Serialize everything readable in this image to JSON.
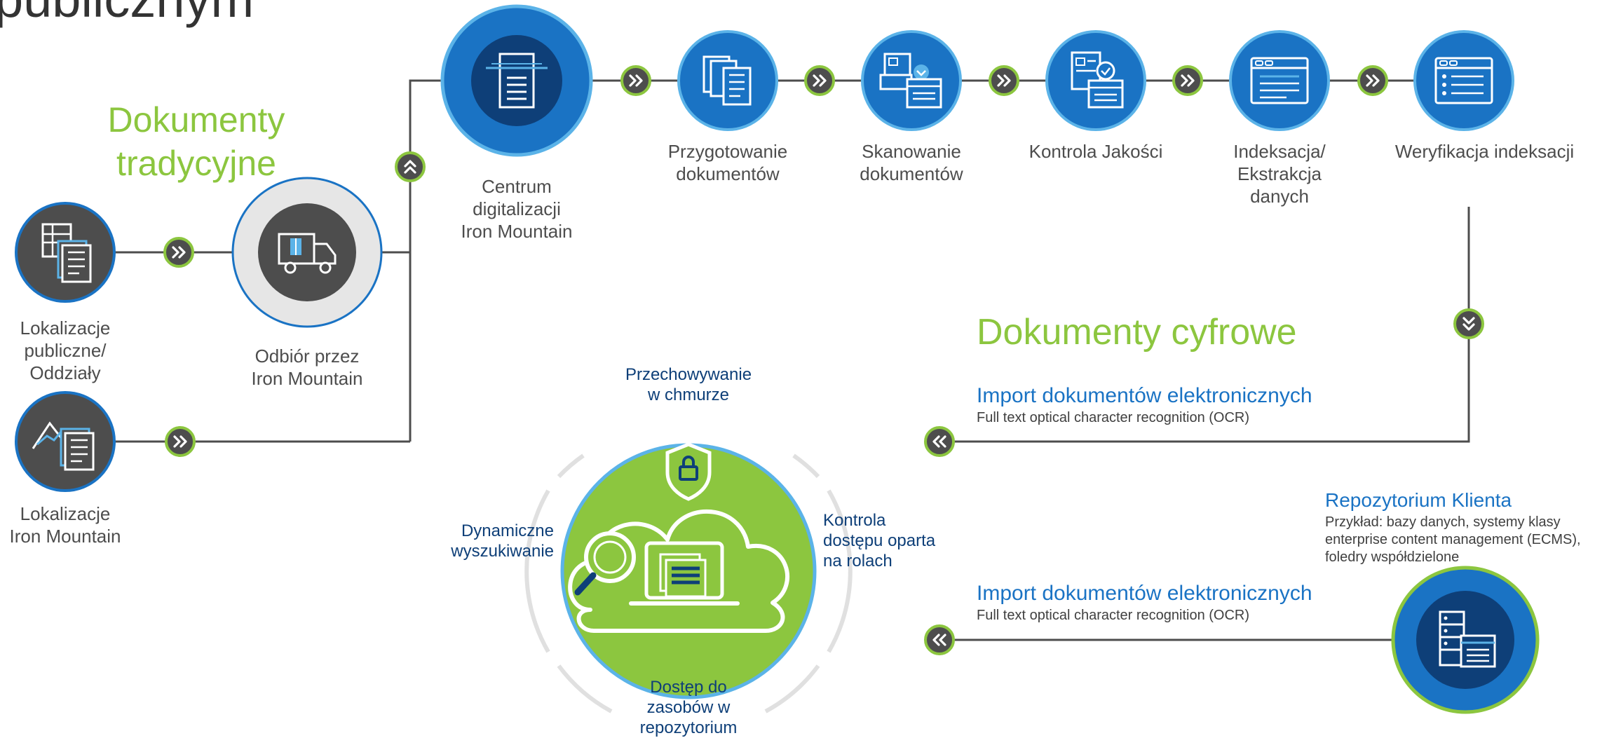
{
  "title_fragment": "publicznym",
  "headings": {
    "traditional_line1": "Dokumenty",
    "traditional_line2": "tradycyjne",
    "digital": "Dokumenty cyfrowe"
  },
  "sources": {
    "public_line1": "Lokalizacje",
    "public_line2": "publiczne/",
    "public_line3": "Oddziały",
    "im_line1": "Lokalizacje",
    "im_line2": "Iron Mountain"
  },
  "pickup": {
    "line1": "Odbiór przez",
    "line2": "Iron Mountain"
  },
  "center": {
    "line1": "Centrum",
    "line2": "digitalizacji",
    "line3": "Iron Mountain"
  },
  "steps": {
    "prep_line1": "Przygotowanie",
    "prep_line2": "dokumentów",
    "scan_line1": "Skanowanie",
    "scan_line2": "dokumentów",
    "qc": "Kontrola Jakości",
    "idx_line1": "Indeksacja/",
    "idx_line2": "Ekstrakcja",
    "idx_line3": "danych",
    "verify": "Weryfikacja indeksacji"
  },
  "imports": {
    "title1": "Import dokumentów elektronicznych",
    "sub1": "Full text optical character recognition (OCR)",
    "title2": "Import dokumentów elektronicznych",
    "sub2": "Full text optical character recognition (OCR)"
  },
  "repository": {
    "title": "Repozytorium Klienta",
    "line1": "Przykład: bazy danych, systemy klasy",
    "line2": "enterprise content management (ECMS),",
    "line3": "foledry współdzielone"
  },
  "cloud": {
    "storage_line1": "Przechowywanie",
    "storage_line2": "w chmurze",
    "search_line1": "Dynamiczne",
    "search_line2": "wyszukiwanie",
    "rbac_line1": "Kontrola",
    "rbac_line2": "dostępu oparta",
    "rbac_line3": "na rolach",
    "access_line1": "Dostęp do",
    "access_line2": "zasobów w",
    "access_line3": "repozytorium"
  },
  "colors": {
    "blue": "#1a73c4",
    "dark_blue": "#0e4f8f",
    "light_blue": "#5bb3e8",
    "green": "#8cc63f",
    "gray_circle": "#4d4d4d",
    "line": "#4d4d4d"
  },
  "icons": [
    "documents-icon",
    "folded-documents-icon",
    "truck-icon",
    "document-stack-icon",
    "papers-icon",
    "scanner-icon",
    "quality-check-icon",
    "indexing-icon",
    "verification-list-icon",
    "server-icon",
    "cloud-laptop-icon",
    "shield-lock-icon",
    "magnifier-icon",
    "chevron-right-double-icon",
    "chevron-left-double-icon",
    "chevron-up-double-icon",
    "chevron-down-double-icon"
  ]
}
